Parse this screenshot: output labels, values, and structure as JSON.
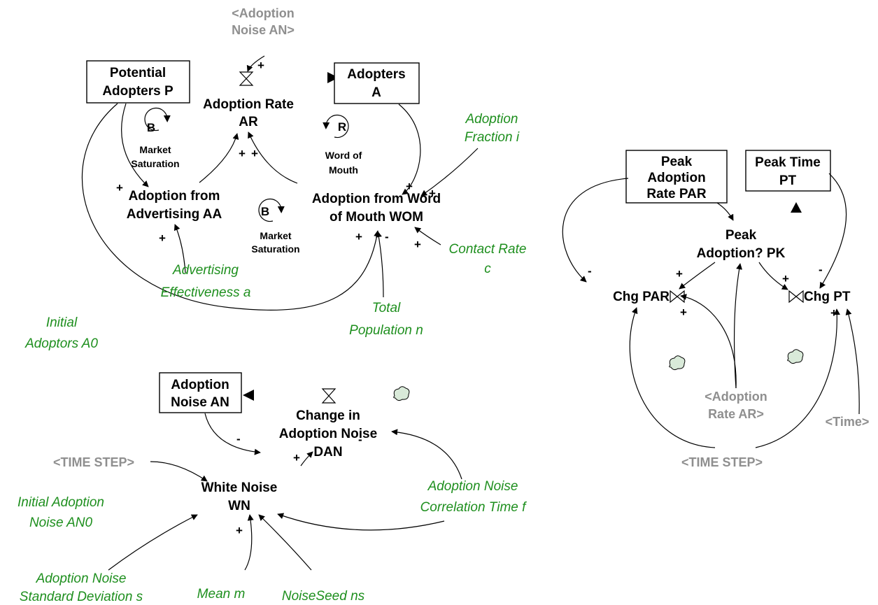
{
  "stocks": {
    "potential_adopters": [
      "Potential",
      "Adopters P"
    ],
    "adopters": [
      "Adopters",
      "A"
    ],
    "adoption_noise": [
      "Adoption",
      "Noise AN"
    ],
    "peak_adoption_rate": [
      "Peak",
      "Adoption",
      "Rate PAR"
    ],
    "peak_time": [
      "Peak Time",
      "PT"
    ]
  },
  "variables": {
    "adoption_rate": [
      "Adoption Rate",
      "AR"
    ],
    "adoption_advertising": [
      "Adoption from",
      "Advertising AA"
    ],
    "adoption_wom": [
      "Adoption from Word",
      "of Mouth WOM"
    ],
    "change_noise": [
      "Change in",
      "Adoption Noise",
      "DAN"
    ],
    "white_noise": [
      "White Noise",
      "WN"
    ],
    "peak_adoption": [
      "Peak",
      "Adoption? PK"
    ],
    "chg_par": "Chg PAR",
    "chg_pt": "Chg PT"
  },
  "constants": {
    "adoption_fraction": [
      "Adoption",
      "Fraction i"
    ],
    "contact_rate": [
      "Contact Rate",
      "c"
    ],
    "advertising_effectiveness": [
      "Advertising",
      "Effectiveness a"
    ],
    "total_population": [
      "Total",
      "Population n"
    ],
    "initial_adoptors": [
      "Initial",
      "Adoptors A0"
    ],
    "initial_noise": [
      "Initial Adoption",
      "Noise AN0"
    ],
    "noise_sd": [
      "Adoption Noise",
      "Standard Deviation s"
    ],
    "mean": "Mean m",
    "noise_seed": "NoiseSeed ns",
    "correlation_time": [
      "Adoption Noise",
      "Correlation Time f"
    ]
  },
  "shadows": {
    "adoption_noise_an": [
      "<Adoption",
      "Noise AN>"
    ],
    "time_step_left": "<TIME STEP>",
    "adoption_rate_ar": [
      "<Adoption",
      "Rate AR>"
    ],
    "time": "<Time>",
    "time_step_right": "<TIME STEP>"
  },
  "loops": {
    "b1": {
      "letter": "B",
      "name": [
        "Market",
        "Saturation"
      ]
    },
    "r1": {
      "letter": "R",
      "name": [
        "Word of",
        "Mouth"
      ]
    },
    "b2": {
      "letter": "B",
      "name": [
        "Market",
        "Saturation"
      ]
    }
  },
  "signs": {
    "plus": "+",
    "minus": "-"
  },
  "colors": {
    "constant_text": "#1e8f1e",
    "shadow_text": "#8f8f8f",
    "cloud_fill": "#d9ead9"
  }
}
